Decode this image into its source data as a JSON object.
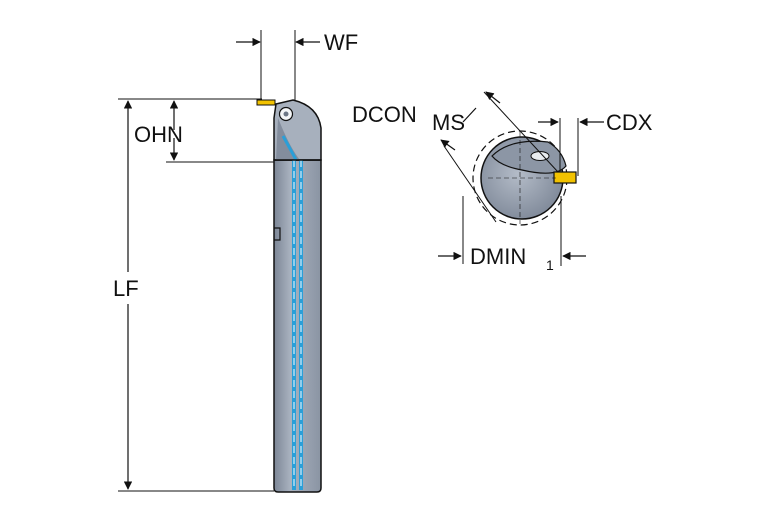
{
  "labels": {
    "wf": "WF",
    "ohn": "OHN",
    "lf": "LF",
    "dcon": "DCON",
    "dcon_sub": "MS",
    "cdx": "CDX",
    "dmin": "DMIN",
    "dmin_sub": "1"
  },
  "colors": {
    "body": "#9fa9b7",
    "body_dark": "#6d7786",
    "coolant": "#33a9df",
    "insert": "#f2c200",
    "outline": "#111111"
  }
}
